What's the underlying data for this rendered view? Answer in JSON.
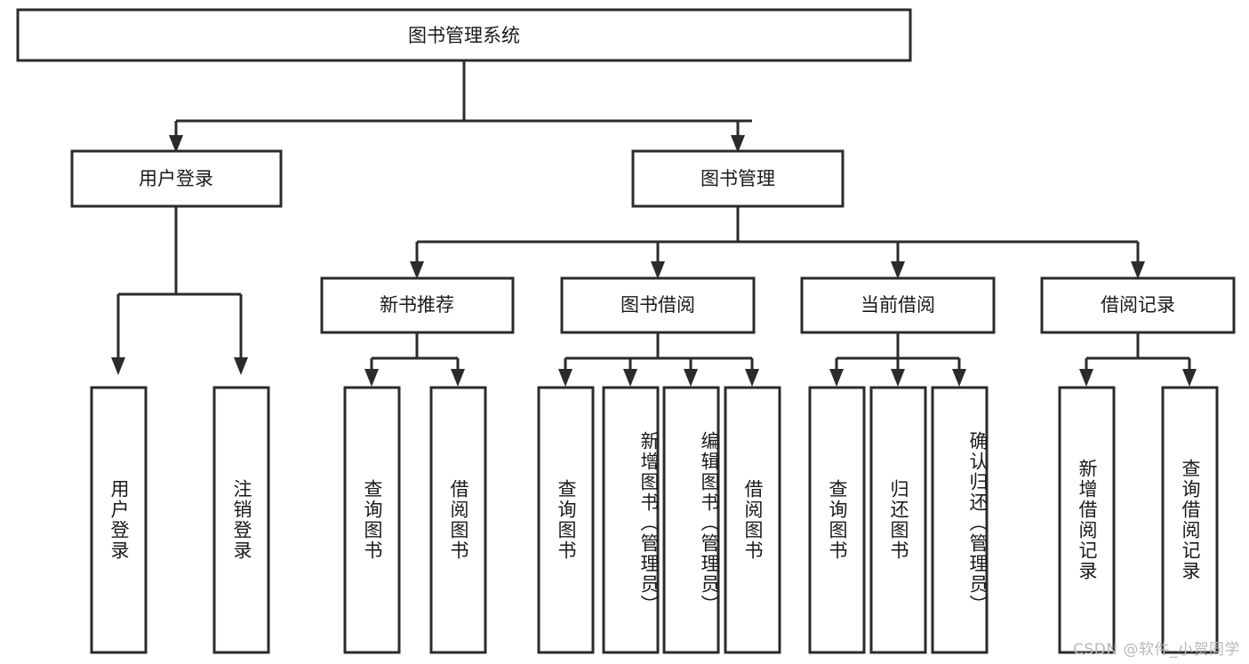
{
  "diagram": {
    "title": "图书管理系统",
    "type": "tree-hierarchy",
    "watermark": "CSDN @软件_小贺同学",
    "colors": {
      "stroke": "#2b2b2b",
      "fill": "#ffffff",
      "text": "#1a1a1a",
      "watermark": "#b9b9b9"
    },
    "nodes": {
      "root": {
        "label": "图书管理系统"
      },
      "level2": [
        {
          "id": "user-login",
          "label": "用户登录"
        },
        {
          "id": "book-manage",
          "label": "图书管理"
        }
      ],
      "level3": [
        {
          "id": "new-book-rec",
          "label": "新书推荐"
        },
        {
          "id": "book-borrow",
          "label": "图书借阅"
        },
        {
          "id": "current-borrow",
          "label": "当前借阅"
        },
        {
          "id": "borrow-record",
          "label": "借阅记录"
        }
      ],
      "leaves": {
        "user-login": [
          {
            "id": "leaf-user-login",
            "label": "用户登录"
          },
          {
            "id": "leaf-user-logout",
            "label": "注销登录"
          }
        ],
        "new-book-rec": [
          {
            "id": "leaf-query-book-1",
            "label": "查询图书"
          },
          {
            "id": "leaf-borrow-book-1",
            "label": "借阅图书"
          }
        ],
        "book-borrow": [
          {
            "id": "leaf-query-book-2",
            "label": "查询图书"
          },
          {
            "id": "leaf-add-book",
            "label": "新增图书（管理员）"
          },
          {
            "id": "leaf-edit-book",
            "label": "编辑图书（管理员）"
          },
          {
            "id": "leaf-borrow-book-2",
            "label": "借阅图书"
          }
        ],
        "current-borrow": [
          {
            "id": "leaf-query-book-3",
            "label": "查询图书"
          },
          {
            "id": "leaf-return-book",
            "label": "归还图书"
          },
          {
            "id": "leaf-confirm-return",
            "label": "确认归还（管理员）"
          }
        ],
        "borrow-record": [
          {
            "id": "leaf-add-record",
            "label": "新增借阅记录"
          },
          {
            "id": "leaf-query-record",
            "label": "查询借阅记录"
          }
        ]
      }
    }
  }
}
